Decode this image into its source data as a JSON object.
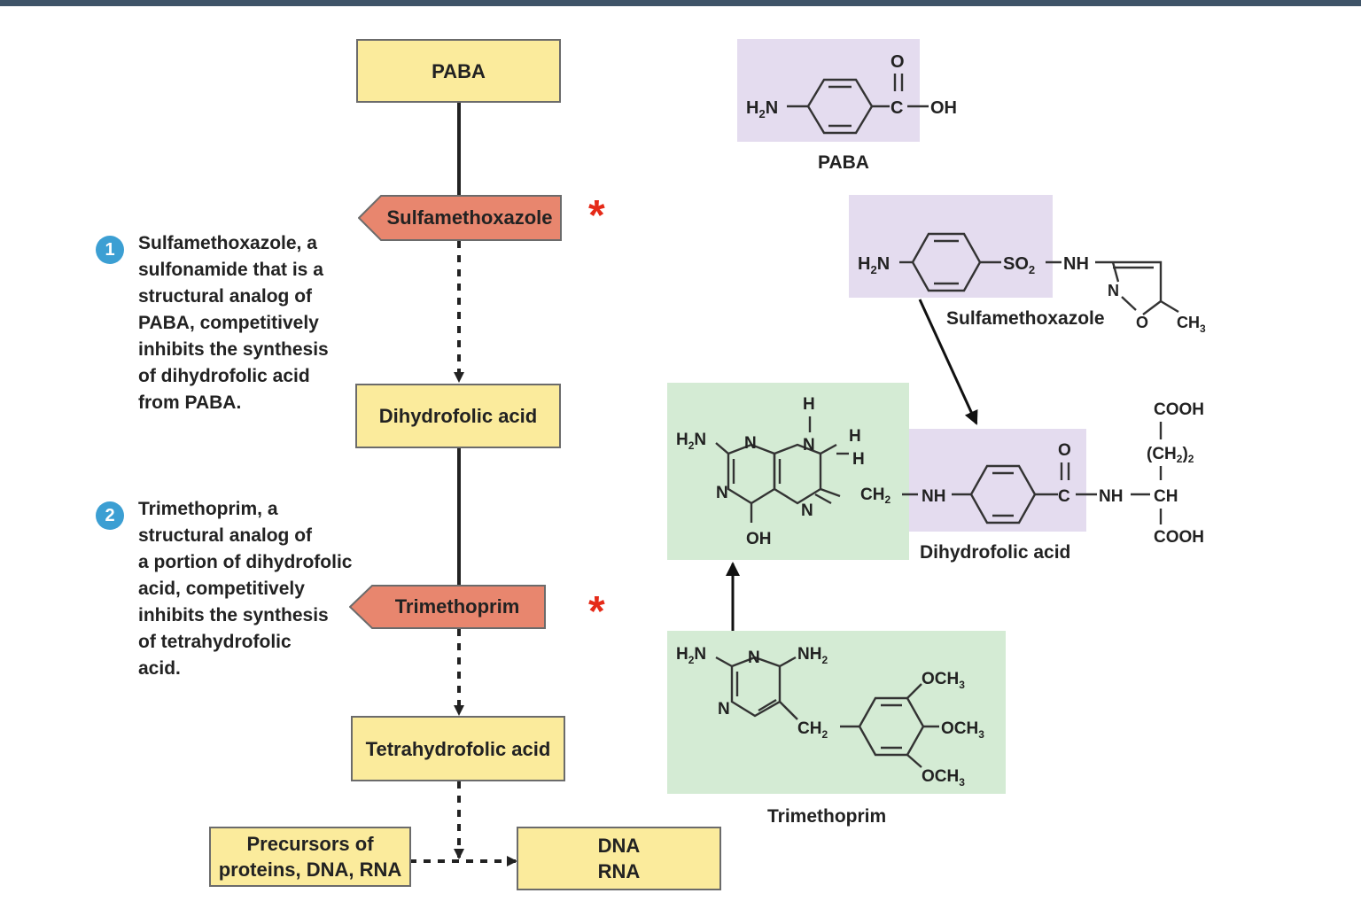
{
  "flow": {
    "paba": "PABA",
    "sulfamethoxazole": "Sulfamethoxazole",
    "dihydrofolic_acid": "Dihydrofolic acid",
    "trimethoprim": "Trimethoprim",
    "tetrahydrofolic_acid": "Tetrahydrofolic acid",
    "precursors": "Precursors of\nproteins, DNA, RNA",
    "dna_rna": "DNA\nRNA",
    "asterisk": "*"
  },
  "steps": [
    {
      "number": "1",
      "text": "Sulfamethoxazole, a\nsulfonamide that is a\nstructural analog of\nPABA, competitively\ninhibits the synthesis\nof dihydrofolic acid\nfrom PABA."
    },
    {
      "number": "2",
      "text": "Trimethoprim, a\nstructural analog of\na portion of dihydrofolic\nacid, competitively\ninhibits the synthesis\nof tetrahydrofolic\nacid."
    }
  ],
  "structures": {
    "paba_caption": "PABA",
    "sulfa_caption": "Sulfamethoxazole",
    "dhf_caption": "Dihydrofolic acid",
    "tmp_caption": "Trimethoprim"
  },
  "colors": {
    "flow_box": "#fbeb9c",
    "inhibitor": "#e8866e",
    "asterisk": "#e52a18",
    "step_badge": "#3c9fd3",
    "purple_panel": "#e4dcef",
    "green_panel": "#d4ebd4",
    "top_bar": "#3f5468"
  }
}
